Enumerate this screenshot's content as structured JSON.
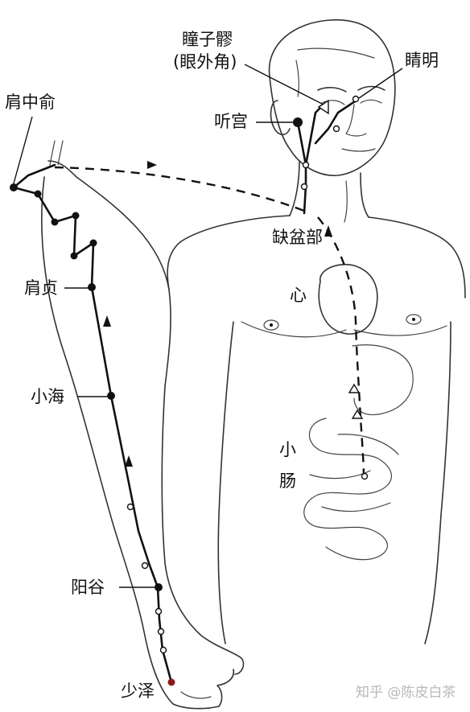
{
  "labels": {
    "jianzhongshu": "肩中俞",
    "tongziliao": "瞳子髎",
    "yanwaijiao": "(眼外角)",
    "jingming": "睛明",
    "tinggong": "听宫",
    "quepen": "缺盆部",
    "xin": "心",
    "jianzhen": "肩贞",
    "xiaohai": "小海",
    "xiaochang_1": "小",
    "xiaochang_2": "肠",
    "yanggu": "阳谷",
    "shaoze": "少泽"
  },
  "watermark": "知乎 @陈皮白茶",
  "colors": {
    "line": "#111111",
    "background": "#ffffff",
    "shaoze_point": "#8b1a1a"
  }
}
